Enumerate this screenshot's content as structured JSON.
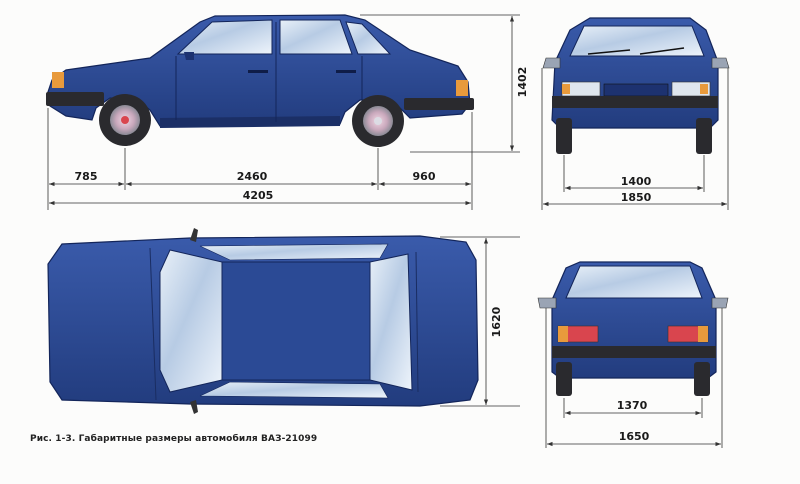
{
  "dimensions": {
    "overall_height": "1402",
    "front_overhang": "785",
    "wheelbase": "2460",
    "rear_overhang": "960",
    "overall_length": "4205",
    "front_track": "1400",
    "overall_width_front": "1850",
    "body_width_top": "1620",
    "rear_track": "1370",
    "overall_width_rear": "1650"
  },
  "caption": "Рис. 1-3. Габаритные размеры автомобиля ВАЗ-21099",
  "colors": {
    "body": "#2e4d9a",
    "body_dark": "#1d3270",
    "glass": "#c8d7ea",
    "tyre": "#2a2a2e",
    "light_amber": "#e89a3c",
    "tail_red": "#d9454e",
    "dim_line": "#333333"
  }
}
